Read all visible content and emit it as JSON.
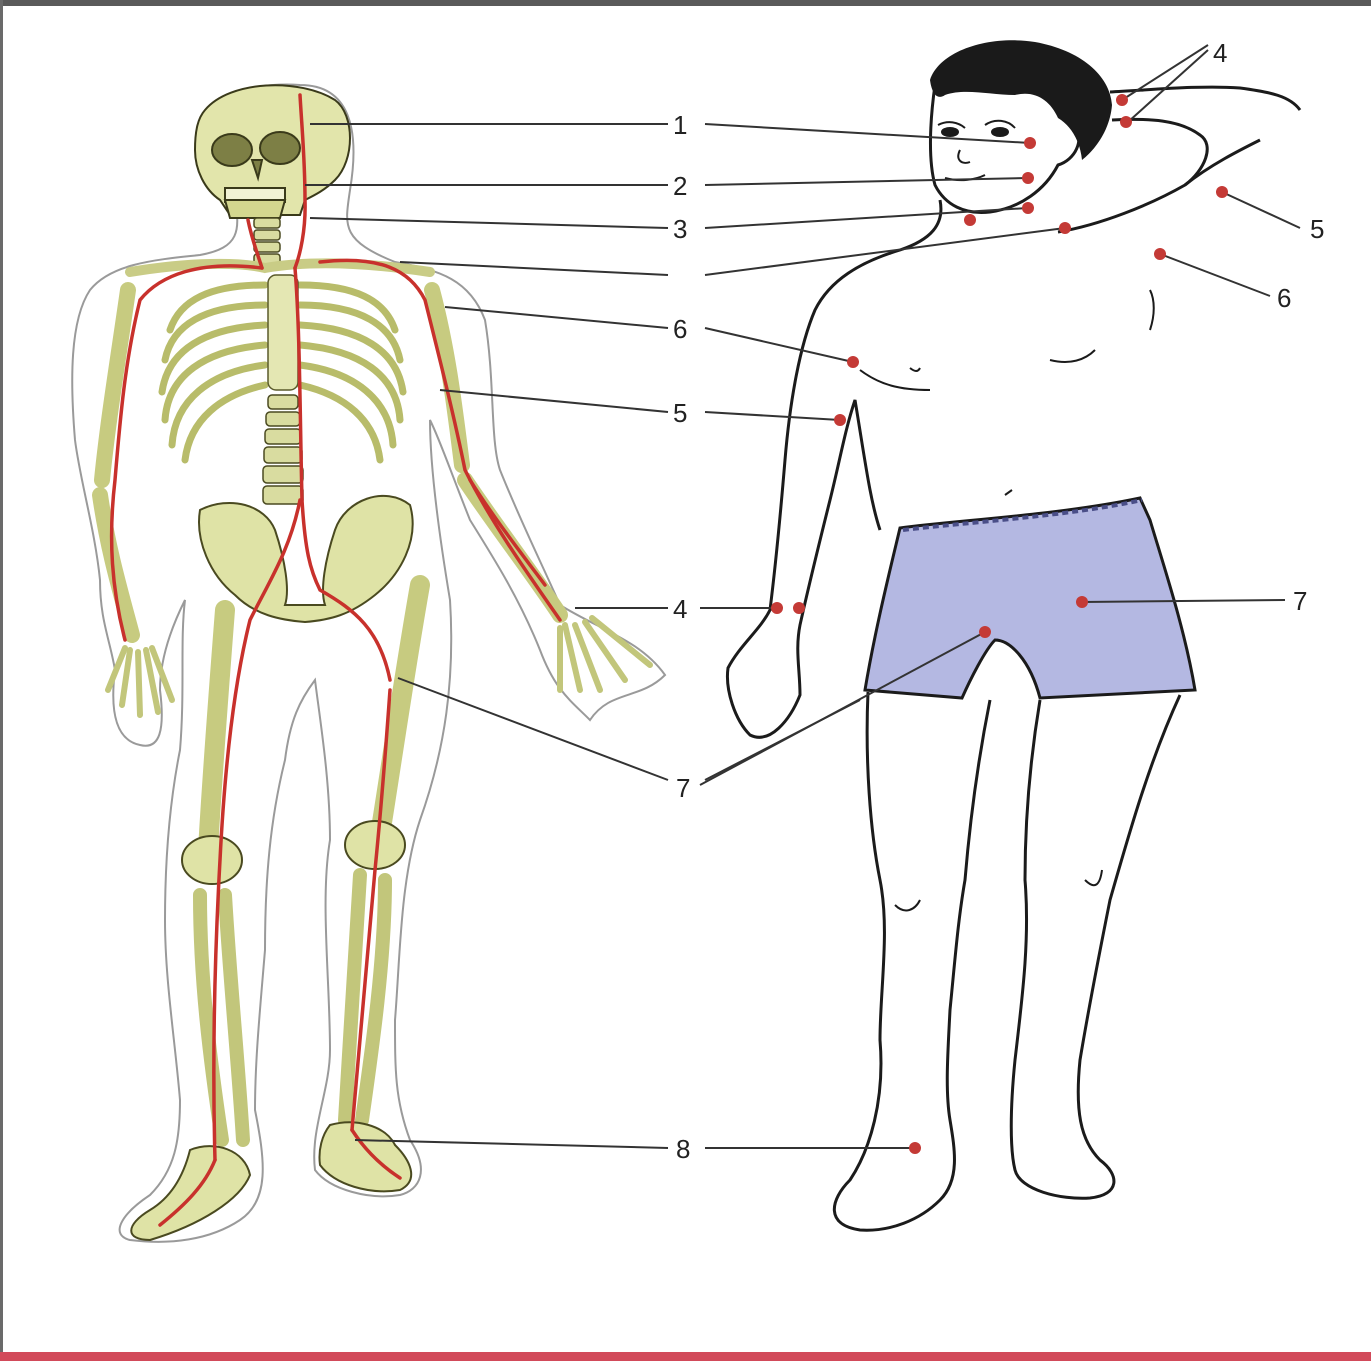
{
  "figure": {
    "colors": {
      "artery": "#c8312c",
      "pressure_point": "#c43a36",
      "bone": "#dfe3a6",
      "bone_shadow": "#a7ad5c",
      "skin_outline": "#1b1b1b",
      "shorts": "#b4b8e2",
      "hair": "#1a1a1a",
      "leader_line": "#333333",
      "bottom_rule": "#d24a5a"
    },
    "left_labels": [
      {
        "id": "1",
        "text": "1"
      },
      {
        "id": "2",
        "text": "2"
      },
      {
        "id": "3",
        "text": "3"
      },
      {
        "id": "blank",
        "text": ""
      },
      {
        "id": "6",
        "text": "6"
      },
      {
        "id": "5",
        "text": "5"
      },
      {
        "id": "4",
        "text": "4"
      },
      {
        "id": "7",
        "text": "7"
      },
      {
        "id": "8",
        "text": "8"
      }
    ],
    "right_labels": [
      {
        "id": "4",
        "text": "4"
      },
      {
        "id": "5",
        "text": "5"
      },
      {
        "id": "6",
        "text": "6"
      },
      {
        "id": "7",
        "text": "7"
      }
    ],
    "icons": [
      "skeleton-illustration",
      "human-body-illustration",
      "pressure-point-dot"
    ]
  }
}
